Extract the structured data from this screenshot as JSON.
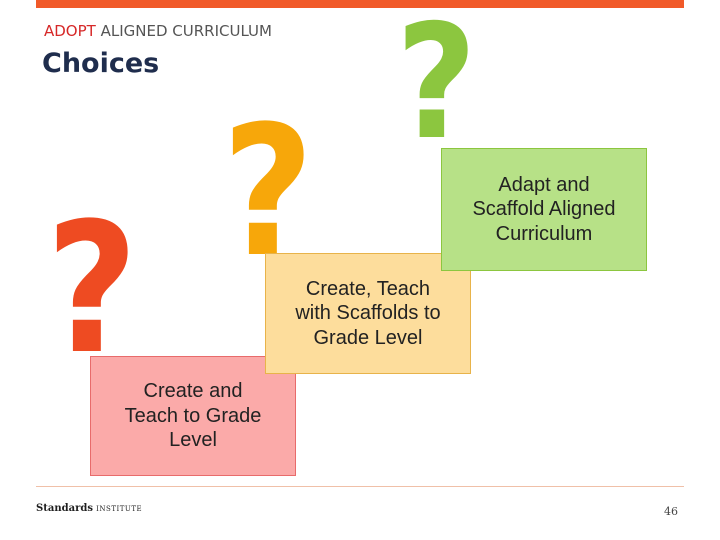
{
  "header": {
    "kicker_accent": "ADOPT",
    "kicker_rest": " ALIGNED CURRICULUM",
    "title": "Choices"
  },
  "choices": [
    {
      "label": "Create and\nTeach to Grade\nLevel",
      "mark": "?",
      "color": "#ee4b22"
    },
    {
      "label": "Create, Teach\nwith Scaffolds to\nGrade Level",
      "mark": "?",
      "color": "#f7a70a"
    },
    {
      "label": "Adapt and\nScaffold Aligned\nCurriculum",
      "mark": "?",
      "color": "#8cc63f"
    }
  ],
  "footer": {
    "logo_main": "Standards",
    "logo_sub": "INSTITUTE",
    "page_number": "46"
  },
  "colors": {
    "accent_bar": "#f15a29",
    "title": "#1f2d4d"
  }
}
